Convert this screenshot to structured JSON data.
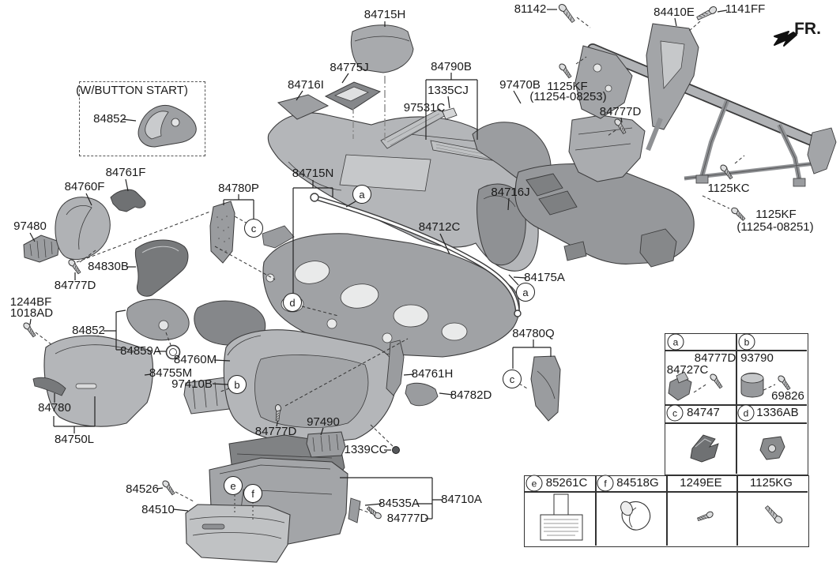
{
  "meta": {
    "background": "#ffffff",
    "ink": "#1a1a1a",
    "part_fill_light": "#c6c8ca",
    "part_fill_mid": "#a3a5a8",
    "part_fill_dark": "#77797b",
    "outline": "#3b3b3c"
  },
  "orientation": {
    "fr_label": "FR."
  },
  "inset": {
    "title": "(W/BUTTON START)",
    "part": "84852"
  },
  "parts": {
    "p84715H": "84715H",
    "p84775J": "84775J",
    "p84716I": "84716I",
    "p84790B": "84790B",
    "p1335CJ": "1335CJ",
    "p97531C": "97531C",
    "p97470B": "97470B",
    "p1125KF": "1125KF",
    "sub08253": "(11254-08253)",
    "sub08251": "(11254-08251)",
    "p84777D": "84777D",
    "p81142": "81142",
    "p84410E": "84410E",
    "p1141FF": "1141FF",
    "p1125KC": "1125KC",
    "p84761F": "84761F",
    "p84760F": "84760F",
    "p97480": "97480",
    "p84830B": "84830B",
    "p84780P": "84780P",
    "p84715N": "84715N",
    "p84716J": "84716J",
    "p84712C": "84712C",
    "p84175A": "84175A",
    "p1244BF": "1244BF",
    "p1018AD": "1018AD",
    "p84852": "84852",
    "p84859A": "84859A",
    "p84760M": "84760M",
    "p84755M": "84755M",
    "p97410B": "97410B",
    "p84780": "84780",
    "p84750L": "84750L",
    "p84526": "84526",
    "p84510": "84510",
    "p97490": "97490",
    "p1339CC": "1339CC",
    "p84761H": "84761H",
    "p84782D": "84782D",
    "p84780Q": "84780Q",
    "p84535A": "84535A",
    "p84710A": "84710A"
  },
  "callouts": {
    "a": "a",
    "b": "b",
    "c": "c",
    "d": "d",
    "e": "e",
    "f": "f"
  },
  "ref_table": {
    "a_screw": "84777D",
    "a_clip": "84727C",
    "b_clip": "93790",
    "b_screw": "69826",
    "c_part": "84747",
    "d_part": "1336AB",
    "e_part": "85261C",
    "f_part": "84518G",
    "col3_part": "1249EE",
    "col4_part": "1125KG"
  }
}
